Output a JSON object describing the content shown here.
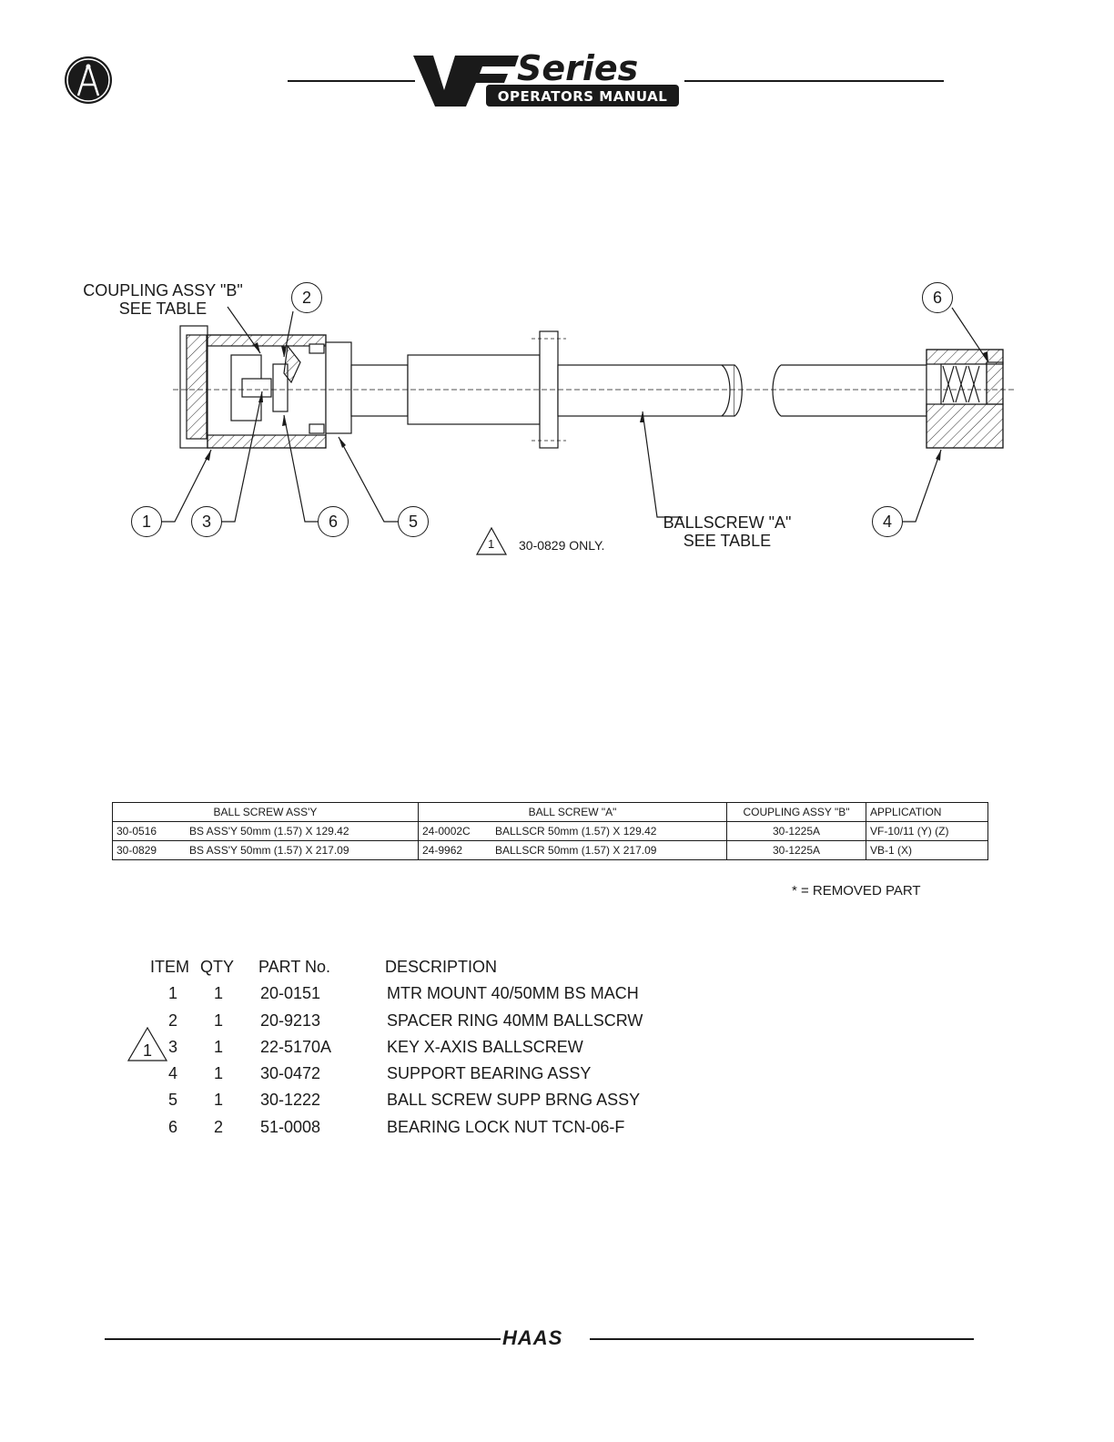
{
  "header": {
    "logo_title": "VFSeries",
    "logo_subtitle": "Operators Manual",
    "compass_icon": "compass-logo-icon"
  },
  "drawing": {
    "coupling_label_1": "COUPLING ASSY \"B\"",
    "coupling_label_2": "SEE TABLE",
    "ballscrew_label_1": "BALLSCREW \"A\"",
    "ballscrew_label_2": "SEE TABLE",
    "callouts": [
      "2",
      "6",
      "1",
      "3",
      "6",
      "5",
      "4"
    ],
    "note_marker": "1",
    "note_text": "30-0829 ONLY."
  },
  "spec_table": {
    "headers": [
      "BALL SCREW ASS'Y",
      "BALL SCREW \"A\"",
      "COUPLING ASSY \"B\"",
      "APPLICATION"
    ],
    "rows": [
      {
        "assy_no": "30-0516",
        "assy_desc": "BS ASS'Y 50mm (1.57) X 129.42",
        "screw_no": "24-0002C",
        "screw_desc": "BALLSCR  50mm (1.57) X 129.42",
        "coupling": "30-1225A",
        "application": "VF-10/11 (Y) (Z)"
      },
      {
        "assy_no": "30-0829",
        "assy_desc": "BS ASS'Y 50mm (1.57) X 217.09",
        "screw_no": "24-9962",
        "screw_desc": "BALLSCR  50mm (1.57) X 217.09",
        "coupling": "30-1225A",
        "application": "VB-1   (X)"
      }
    ]
  },
  "removed_note": "* = REMOVED PART",
  "parts_list": {
    "headers": {
      "item": "ITEM",
      "qty": "QTY",
      "part": "PART No.",
      "desc": "DESCRIPTION"
    },
    "marker": "1",
    "rows": [
      {
        "item": "1",
        "qty": "1",
        "part": "20-0151",
        "desc": "MTR MOUNT 40/50MM BS MACH"
      },
      {
        "item": "2",
        "qty": "1",
        "part": "20-9213",
        "desc": "SPACER RING 40MM BALLSCRW"
      },
      {
        "item": "3",
        "qty": "1",
        "part": "22-5170A",
        "desc": "KEY X-AXIS BALLSCREW"
      },
      {
        "item": "4",
        "qty": "1",
        "part": "30-0472",
        "desc": "SUPPORT BEARING ASSY"
      },
      {
        "item": "5",
        "qty": "1",
        "part": "30-1222",
        "desc": "BALL SCREW SUPP BRNG ASSY"
      },
      {
        "item": "6",
        "qty": "2",
        "part": "51-0008",
        "desc": "BEARING LOCK NUT TCN-06-F"
      }
    ]
  },
  "footer": {
    "brand": "HAAS"
  }
}
